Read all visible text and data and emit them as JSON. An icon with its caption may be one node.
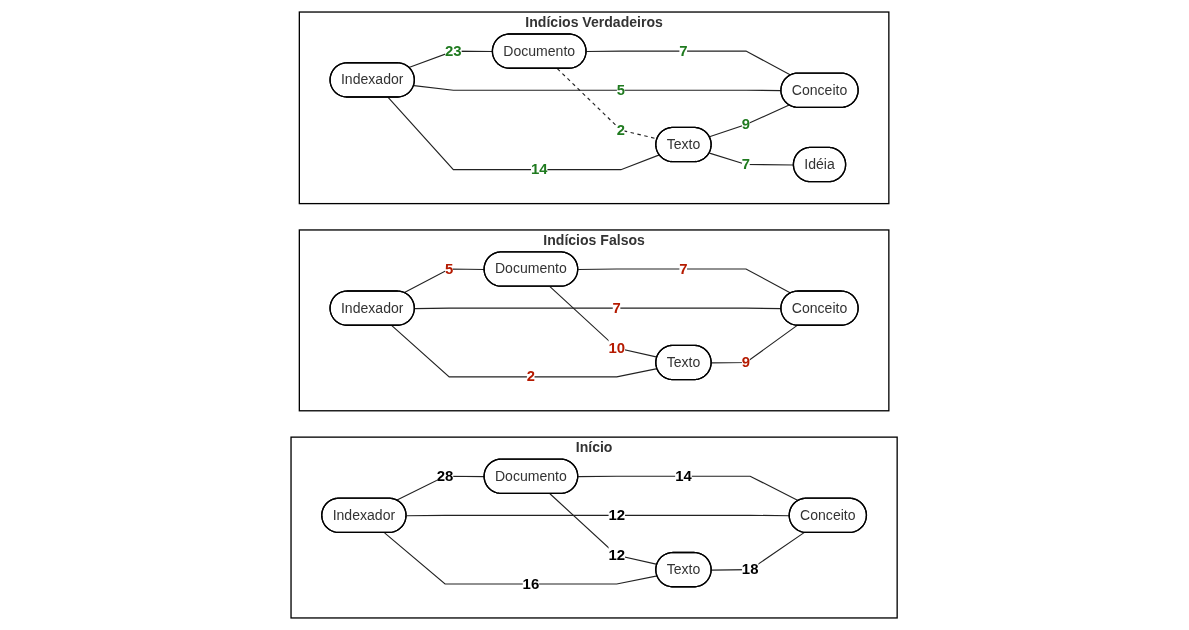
{
  "diagram": {
    "nodes": [
      {
        "text": [
          "Início"
        ]
      },
      {
        "text": [
          "Documento"
        ],
        "in": 0
      },
      {
        "text": [
          "Indexador"
        ],
        "in": 0
      },
      {
        "text": [
          "Conceito"
        ],
        "in": 0
      },
      {
        "text": [
          "Texto"
        ],
        "in": 0
      },
      {
        "text": [
          "Indícios Falsos"
        ]
      },
      {
        "text": [
          "Documento"
        ],
        "in": 5
      },
      {
        "text": [
          "Indexador"
        ],
        "in": 5
      },
      {
        "text": [
          "Conceito"
        ],
        "in": 5
      },
      {
        "text": [
          "Texto"
        ],
        "in": 5
      },
      {
        "text": [
          "Indícios Verdadeiros"
        ]
      },
      {
        "text": [
          "Documento"
        ],
        "in": 10
      },
      {
        "text": [
          "Indexador"
        ],
        "in": 10
      },
      {
        "text": [
          "Conceito"
        ],
        "in": 10
      },
      {
        "text": [
          "Texto"
        ],
        "in": 10
      },
      {
        "text": [
          "Idéia"
        ],
        "in": 10
      }
    ],
    "edges": [
      {
        "from": 2,
        "to": 1,
        "arrow": "none",
        "label": "28"
      },
      {
        "from": 1,
        "to": 3,
        "arrow": "none",
        "label": "14"
      },
      {
        "from": 1,
        "to": 4,
        "arrow": "none",
        "label": "12"
      },
      {
        "from": 2,
        "to": 3,
        "arrow": "none",
        "label": "12"
      },
      {
        "from": 2,
        "to": 4,
        "arrow": "none",
        "label": "16"
      },
      {
        "from": 4,
        "to": 3,
        "arrow": "none",
        "label": "18"
      },
      {
        "from": 7,
        "to": 6,
        "arrow": "none",
        "label": "5"
      },
      {
        "from": 6,
        "to": 8,
        "arrow": "none",
        "label": "7"
      },
      {
        "from": 6,
        "to": 9,
        "arrow": "none",
        "label": "10"
      },
      {
        "from": 7,
        "to": 8,
        "arrow": "none",
        "label": "7"
      },
      {
        "from": 7,
        "to": 9,
        "arrow": "none",
        "label": "2"
      },
      {
        "from": 9,
        "to": 8,
        "arrow": "none",
        "label": "9"
      },
      {
        "from": 12,
        "to": 11,
        "arrow": "none",
        "label": "23"
      },
      {
        "from": 11,
        "to": 13,
        "arrow": "none",
        "label": "7"
      },
      {
        "from": 11,
        "to": 14,
        "arrow": "none",
        "label": "2",
        "style": "dashed"
      },
      {
        "from": 12,
        "to": 13,
        "arrow": "none",
        "label": "5"
      },
      {
        "from": 12,
        "to": 14,
        "arrow": "none",
        "label": "14"
      },
      {
        "from": 14,
        "to": 13,
        "arrow": "none",
        "label": "9"
      },
      {
        "from": 14,
        "to": 15,
        "arrow": "none",
        "label": "7"
      }
    ]
  }
}
